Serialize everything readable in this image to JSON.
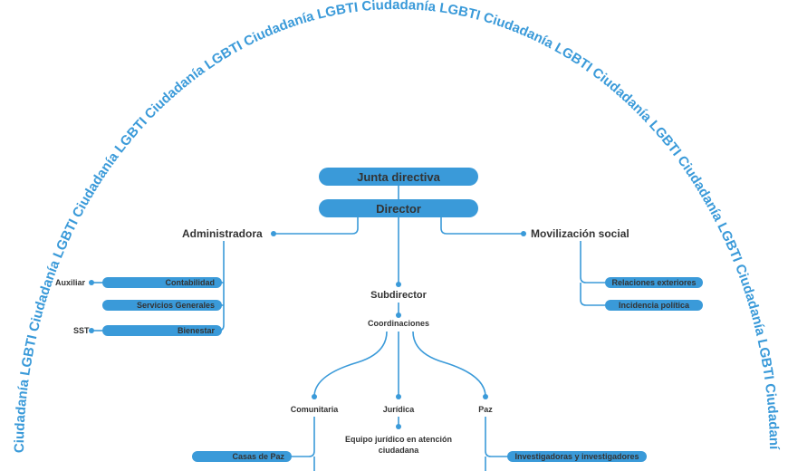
{
  "arc_text": "Ciudadanía LGBTI Ciudadanía LGBTI Ciudadanía LGBTI Ciudadanía LGBTI Ciudadanía LGBTI Ciudadanía LGBTI Ciudadanía LGBTI Ciudadanía LGBTI Ciudadanía LGBTI Ciudadanía LGBTI Ciudadanía LGBTI Ciudadanía LGBTI Ciudadanía LGBTI Ciudadanía LGBTI Ciudadanía LGBTI Ciudadanía LGBTI Ciudadanía LGBTI",
  "top": {
    "junta": "Junta directiva",
    "director": "Director"
  },
  "branches": {
    "administradora": "Administradora",
    "movilizacion": "Movilización social",
    "subdirector": "Subdirector",
    "coordinaciones": "Coordinaciones"
  },
  "admin_items": [
    {
      "label": "Contabilidad",
      "side": "Auxiliar"
    },
    {
      "label": "Servicios Generales",
      "side": ""
    },
    {
      "label": "Bienestar",
      "side": "SST"
    }
  ],
  "movilizacion_items": [
    "Relaciones exteriores",
    "Incidencia política"
  ],
  "coordinaciones": {
    "comunitaria": "Comunitaria",
    "juridica": "Jurídica",
    "paz": "Paz",
    "equipo_juridico": "Equipo jurídico en atención ciudadana",
    "casas_paz": "Casas de Paz",
    "investigadoras": "Investigadoras y investigadores"
  },
  "colors": {
    "accent": "#3a9ad9",
    "text": "#333333",
    "background": "#ffffff"
  }
}
